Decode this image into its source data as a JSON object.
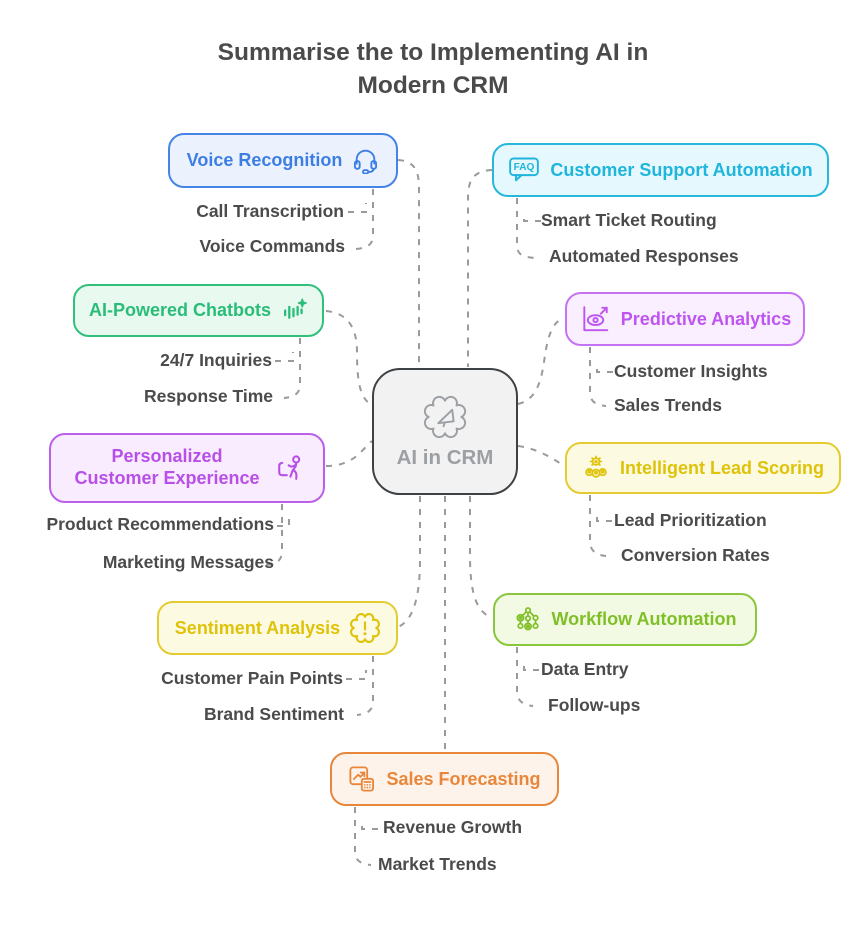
{
  "title": {
    "line1": "Summarise the to Implementing AI in",
    "line2": "Modern CRM"
  },
  "center": {
    "label": "AI in CRM",
    "icon": "gear-triangle-icon"
  },
  "nodes": [
    {
      "id": "voice-recognition",
      "label": "Voice Recognition",
      "icon": "headset-icon",
      "color": "#3D7EE4",
      "bg": "#EBF2FD",
      "children": [
        "Call Transcription",
        "Voice Commands"
      ]
    },
    {
      "id": "customer-support-automation",
      "label": "Customer Support Automation",
      "icon": "faq-bubble-icon",
      "color": "#1FB5DC",
      "bg": "#E5F8FD",
      "children": [
        "Smart Ticket Routing",
        "Automated Responses"
      ]
    },
    {
      "id": "ai-powered-chatbots",
      "label": "AI-Powered Chatbots",
      "icon": "voice-wave-sparkle-icon",
      "color": "#2ABD78",
      "bg": "#E8F9F0",
      "children": [
        "24/7 Inquiries",
        "Response Time"
      ]
    },
    {
      "id": "predictive-analytics",
      "label": "Predictive Analytics",
      "icon": "eye-chart-icon",
      "color": "#BF55F0",
      "bg": "#FAEFFE",
      "children": [
        "Customer Insights",
        "Sales Trends"
      ]
    },
    {
      "id": "personalized-customer-experience",
      "label": "Personalized Customer Experience",
      "icon": "person-service-icon",
      "color": "#B84FE8",
      "bg": "#F8ECFE",
      "children": [
        "Product Recommendations",
        "Marketing Messages"
      ]
    },
    {
      "id": "intelligent-lead-scoring",
      "label": "Intelligent Lead Scoring",
      "icon": "gear-people-icon",
      "color": "#DFC30A",
      "bg": "#FDFAE2",
      "children": [
        "Lead Prioritization",
        "Conversion Rates"
      ]
    },
    {
      "id": "sentiment-analysis",
      "label": "Sentiment Analysis",
      "icon": "badge-exclamation-icon",
      "color": "#DFC30A",
      "bg": "#FDFAE2",
      "children": [
        "Customer Pain Points",
        "Brand Sentiment"
      ]
    },
    {
      "id": "workflow-automation",
      "label": "Workflow Automation",
      "icon": "network-nodes-icon",
      "color": "#7FBF27",
      "bg": "#F3FAE4",
      "children": [
        "Data Entry",
        "Follow-ups"
      ]
    },
    {
      "id": "sales-forecasting",
      "label": "Sales Forecasting",
      "icon": "chart-calculator-icon",
      "color": "#E8873B",
      "bg": "#FDF3EA",
      "children": [
        "Revenue Growth",
        "Market Trends"
      ]
    }
  ],
  "icons": {
    "faq_text": "FAQ"
  },
  "colors": {
    "connector": "#9A9A9A",
    "title_text": "#4A4A4A",
    "sub_text": "#4B4B4B",
    "center_border": "#3F4245",
    "center_bg": "#F2F2F3",
    "center_text": "#9CA0A4"
  }
}
